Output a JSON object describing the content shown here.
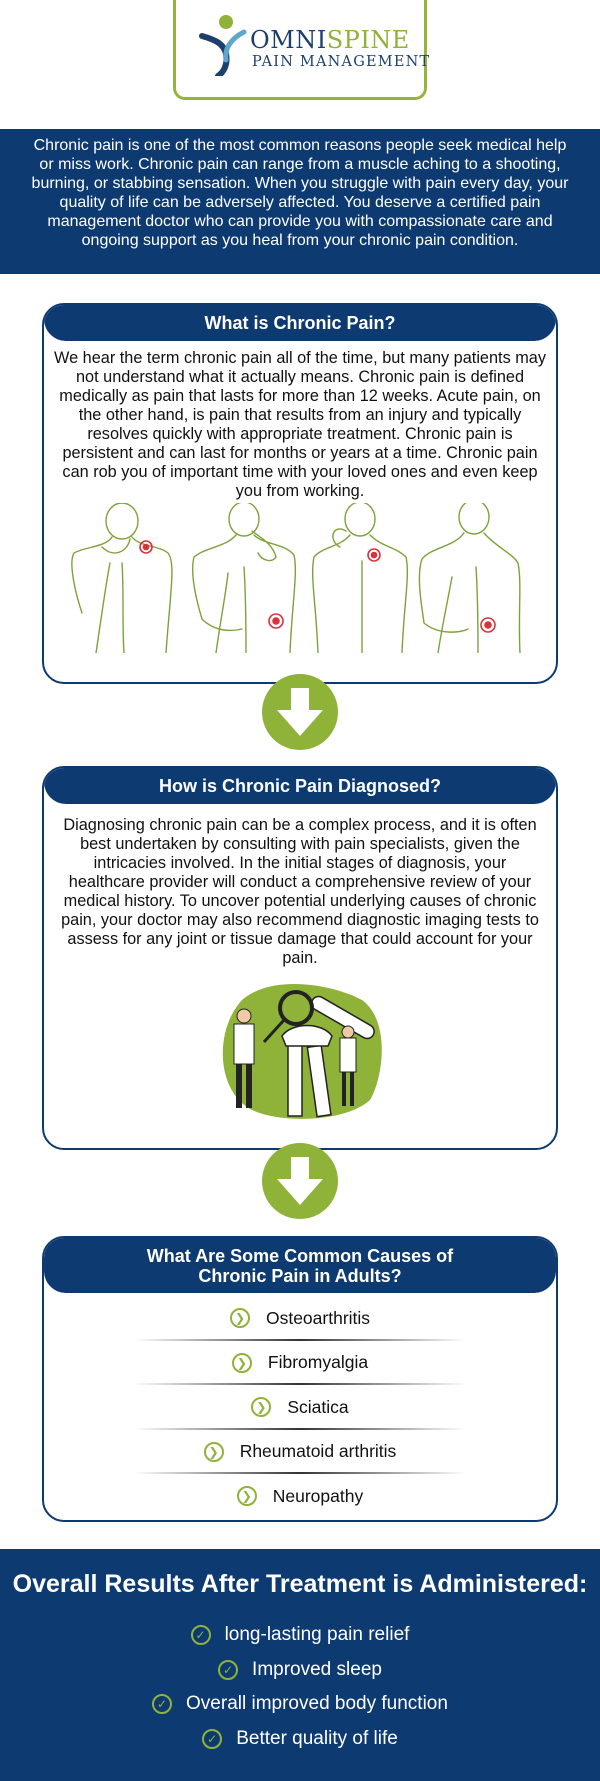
{
  "logo": {
    "name_main": "OMNI",
    "name_accent": "SPINE",
    "subtitle": "PAIN MANAGEMENT"
  },
  "intro": {
    "text": "Chronic pain is one of the most common reasons people seek medical help or miss work. Chronic pain can range from a muscle aching to a shooting, burning, or stabbing sensation. When you struggle with pain every day, your quality of life can be adversely affected. You deserve a certified pain management doctor who can provide you with compassionate care and ongoing support as you heal from your chronic pain condition."
  },
  "section1": {
    "title": "What is Chronic Pain?",
    "body": "We hear the term chronic pain all of the time, but many patients may not understand what it actually means. Chronic pain is defined medically as pain that lasts for more than 12 weeks. Acute pain, on the other hand, is pain that results from an injury and typically resolves quickly with appropriate treatment. Chronic pain is persistent and can last for months or years at a time. Chronic pain can rob you of important time with your loved ones and even keep you from working."
  },
  "section2": {
    "title": "How is Chronic Pain Diagnosed?",
    "body": "Diagnosing chronic pain can be a complex process, and it is often best undertaken by consulting with pain specialists, given the intricacies involved. In the initial stages of diagnosis, your healthcare provider will conduct a comprehensive review of your medical history. To uncover potential underlying causes of chronic pain, your doctor may also recommend diagnostic imaging tests to assess for any joint or tissue damage that could account for your pain."
  },
  "section3": {
    "title_line1": "What Are Some Common Causes of",
    "title_line2": "Chronic Pain in Adults?",
    "causes": [
      "Osteoarthritis",
      "Fibromyalgia",
      "Sciatica",
      "Rheumatoid arthritis",
      "Neuropathy"
    ]
  },
  "results": {
    "title": "Overall Results After Treatment is Administered:",
    "items": [
      "long-lasting pain relief",
      "Improved sleep",
      "Overall improved body function",
      "Better quality of life"
    ]
  },
  "colors": {
    "navy": "#0e3a72",
    "green": "#8fb238",
    "pain_marker": "#d8333a"
  }
}
